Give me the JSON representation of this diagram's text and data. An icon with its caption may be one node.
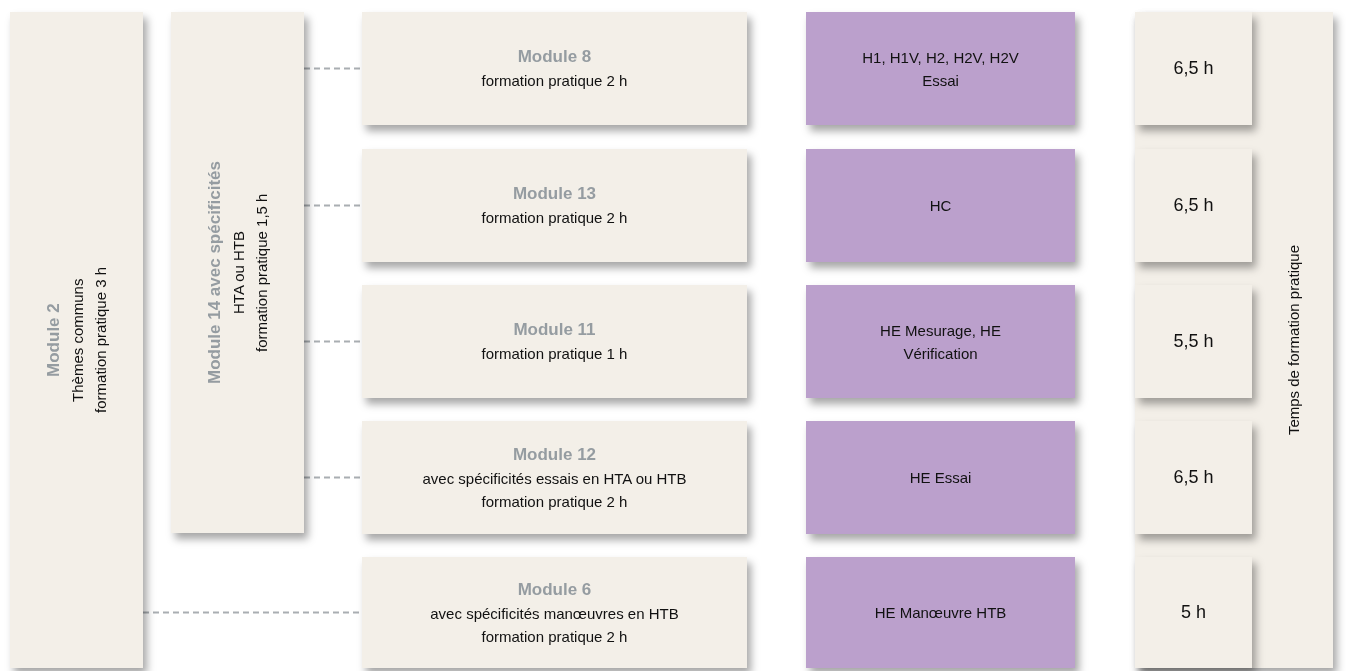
{
  "diagram": {
    "nodes": [
      {
        "text": [
          "Module 2",
          "Thèmes communs",
          "formation pratique 3 h"
        ]
      },
      {
        "text": [
          "Module 14 avec spécificités",
          "HTA ou HTB",
          "formation pratique 1,5 h"
        ]
      },
      {
        "text": [
          "Module 8",
          "formation pratique 2 h"
        ]
      },
      {
        "text": [
          "Module 13",
          "formation pratique 2 h"
        ]
      },
      {
        "text": [
          "Module 11",
          "formation pratique 1 h"
        ]
      },
      {
        "text": [
          "Module 12",
          "avec spécificités essais en HTA ou HTB",
          "formation pratique 2 h"
        ]
      },
      {
        "text": [
          "Module 6",
          "avec spécificités manœuvres en HTB",
          "formation pratique 2 h"
        ]
      },
      {
        "text": [
          "H1, H1V, H2, H2V, H2V Essai"
        ]
      },
      {
        "text": [
          "HC"
        ]
      },
      {
        "text": [
          "HE Mesurage, HE Vérification"
        ]
      },
      {
        "text": [
          "HE Essai"
        ]
      },
      {
        "text": [
          "HE Manœuvre HTB"
        ]
      },
      {
        "text": [
          "Temps de formation pratique"
        ]
      },
      {
        "text": [
          "6,5 h"
        ],
        "in": 12
      },
      {
        "text": [
          "6,5 h"
        ],
        "in": 12
      },
      {
        "text": [
          "5,5 h"
        ],
        "in": 12
      },
      {
        "text": [
          "6,5 h"
        ],
        "in": 12
      },
      {
        "text": [
          "5 h"
        ],
        "in": 12
      }
    ],
    "edges": [
      {
        "from": 1,
        "to": 2,
        "arrow": "none",
        "style": "dashed"
      },
      {
        "from": 1,
        "to": 3,
        "arrow": "none",
        "style": "dashed"
      },
      {
        "from": 1,
        "to": 4,
        "arrow": "none",
        "style": "dashed"
      },
      {
        "from": 1,
        "to": 5,
        "arrow": "none",
        "style": "dashed"
      },
      {
        "from": 0,
        "to": 6,
        "arrow": "none",
        "style": "dashed"
      }
    ]
  }
}
